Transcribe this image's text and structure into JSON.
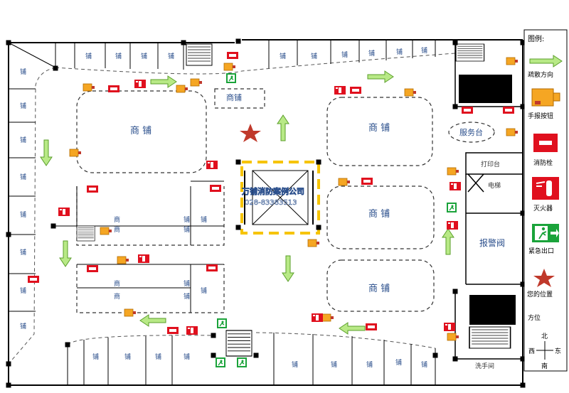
{
  "legend": {
    "title": "图例:",
    "items": [
      {
        "icon": "evacuation-arrow-icon",
        "label": "疏散方向"
      },
      {
        "icon": "manual-alarm-button-icon",
        "label": "手报按钮"
      },
      {
        "icon": "fire-hydrant-icon",
        "label": "消防栓"
      },
      {
        "icon": "fire-extinguisher-icon",
        "label": "灭火器"
      },
      {
        "icon": "emergency-exit-icon",
        "label": "紧急出口"
      },
      {
        "icon": "you-are-here-star-icon",
        "label": "您的位置"
      }
    ]
  },
  "compass": {
    "title": "方位",
    "north": "北",
    "west": "西",
    "east": "东",
    "south": "南"
  },
  "labels": {
    "shop_large": "商 铺",
    "shop_small": "商铺",
    "shop_word": "商",
    "pu": "铺",
    "service_desk": "服务台",
    "print_shop": "打印台",
    "elevator": "电梯",
    "alarm_valve": "报警阀",
    "restroom": "洗手间",
    "watermark": "万铺消防案例公司",
    "watermark_phone": "028-83383513"
  },
  "colors": {
    "wall": "#000000",
    "dashed": "#555555",
    "shop_text": "#2b4f8c",
    "arrow_fill": "#b8e986",
    "arrow_stroke": "#5a9e2a",
    "alarm_orange": "#f5a623",
    "hydrant_red": "#e0101e",
    "exit_green": "#1aa33a",
    "star_red": "#c0392b",
    "escalator_yellow": "#f6c400"
  }
}
